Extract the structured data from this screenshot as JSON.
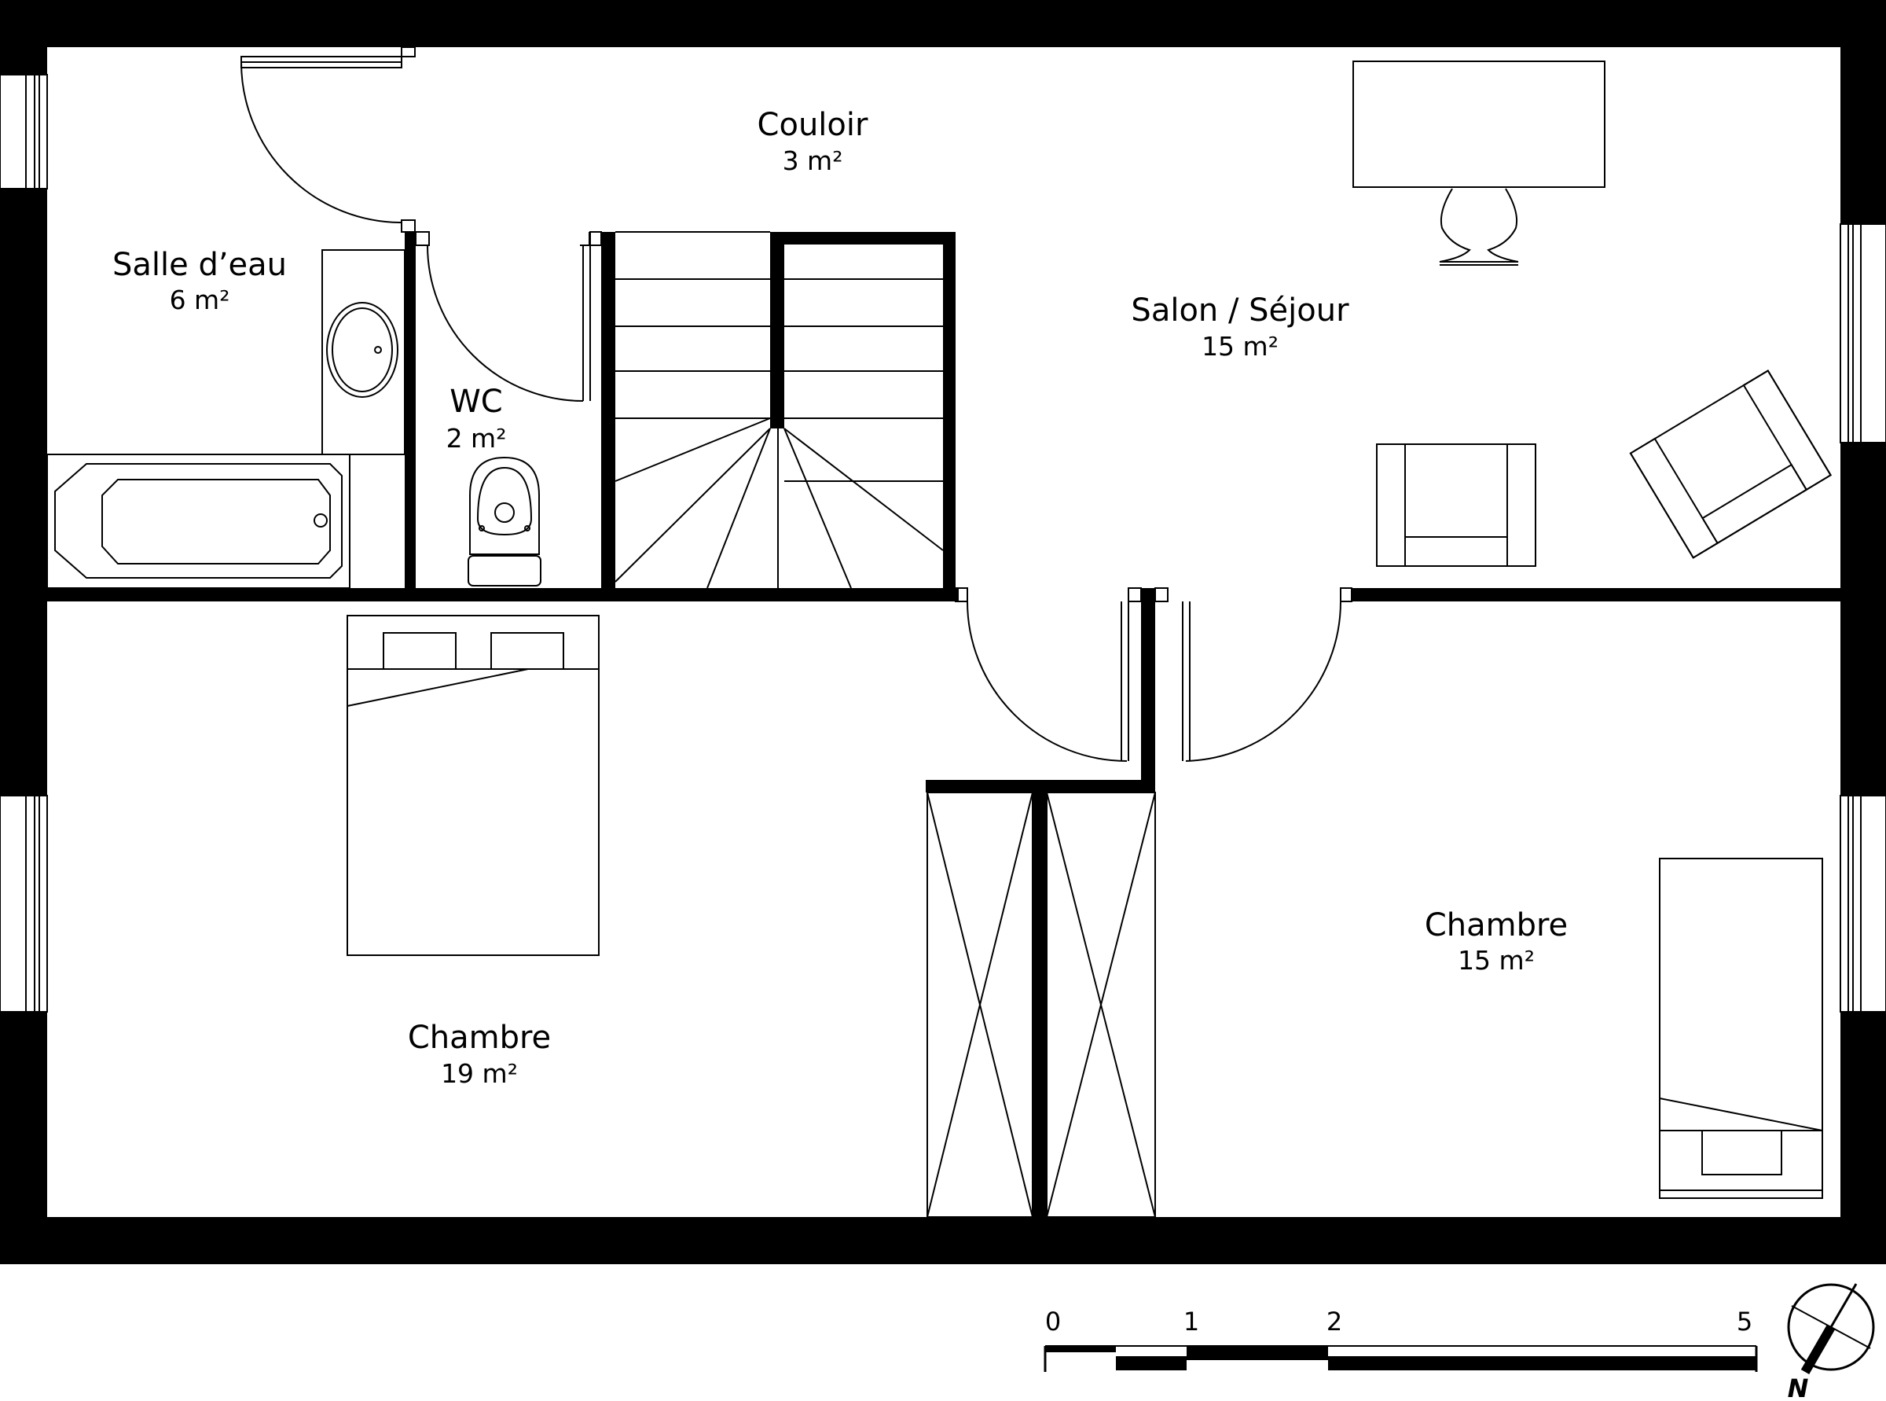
{
  "rooms": [
    {
      "name": "Couloir",
      "area": "3 m²"
    },
    {
      "name": "Salle d’eau",
      "area": "6 m²"
    },
    {
      "name": "WC",
      "area": "2 m²"
    },
    {
      "name": "Salon / Séjour",
      "area": "15 m²"
    },
    {
      "name": "Chambre",
      "area": "19 m²"
    },
    {
      "name": "Chambre",
      "area": "15 m²"
    }
  ],
  "scale": {
    "ticks": [
      "0",
      "1",
      "2",
      "5"
    ]
  },
  "compass": {
    "label": "N"
  }
}
